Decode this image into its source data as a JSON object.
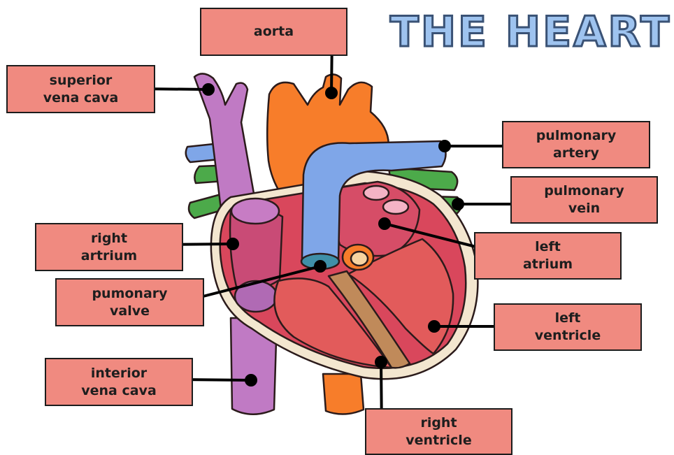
{
  "title": "THE HEART",
  "colors": {
    "label_fill": "#f08a80",
    "aorta": "#f77d2a",
    "vena_cava": "#c07ac4",
    "pulmonary_artery": "#7fa6e8",
    "pulmonary_vein": "#4caa4a",
    "heart_muscle": "#d9475c",
    "title_fill": "#9ec3ef"
  },
  "labels": {
    "aorta": "aorta",
    "superior_vena_cava": "superior\nvena cava",
    "pulmonary_artery": "pulmonary\nartery",
    "pulmonary_vein": "pulmonary\nvein",
    "right_atrium": "right\nartrium",
    "left_atrium": "left\natrium",
    "pulmonary_valve": "pumonary\nvalve",
    "left_ventricle": "left\nventricle",
    "inferior_vena_cava": "interior\nvena cava",
    "right_ventricle": "right\nventricle"
  }
}
